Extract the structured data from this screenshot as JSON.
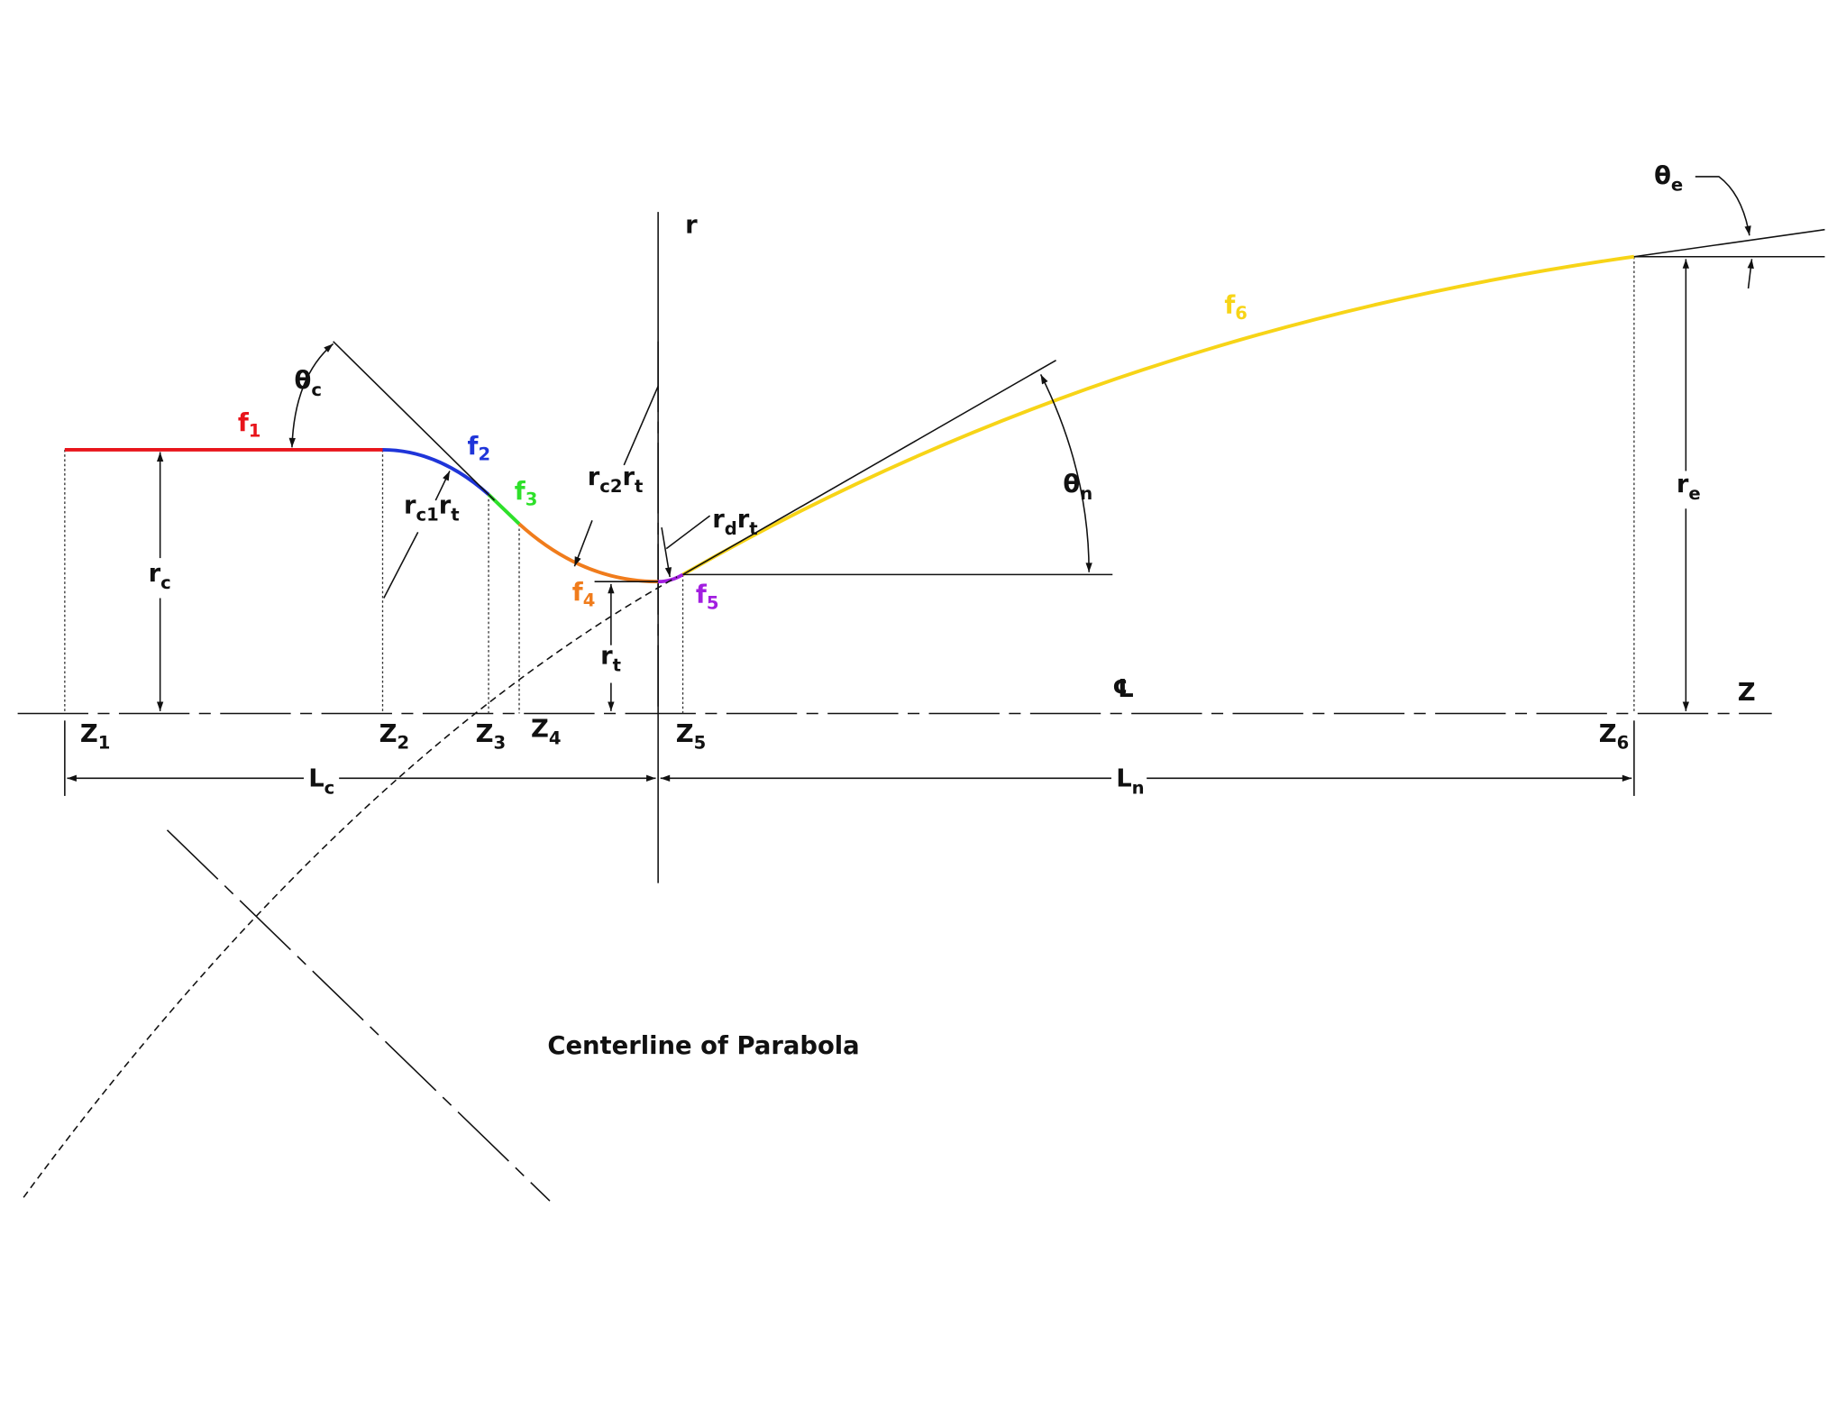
{
  "colors": {
    "f1": "#e8141b",
    "f2": "#1f35d9",
    "f3": "#2ee02a",
    "f4": "#f07c1c",
    "f5": "#a21ee0",
    "f6": "#f7d417",
    "line": "#111111"
  },
  "labels": {
    "r_axis": "r",
    "z_axis": "Z",
    "centerline_symbol": "℄",
    "f1": {
      "main": "f",
      "sub": "1"
    },
    "f2": {
      "main": "f",
      "sub": "2"
    },
    "f3": {
      "main": "f",
      "sub": "3"
    },
    "f4": {
      "main": "f",
      "sub": "4"
    },
    "f5": {
      "main": "f",
      "sub": "5"
    },
    "f6": {
      "main": "f",
      "sub": "6"
    },
    "theta_c": {
      "main": "θ",
      "sub": "c"
    },
    "theta_n": {
      "main": "θ",
      "sub": "n"
    },
    "theta_e": {
      "main": "θ",
      "sub": "e"
    },
    "r_c": {
      "main": "r",
      "sub": "c"
    },
    "r_t": {
      "main": "r",
      "sub": "t"
    },
    "r_e": {
      "main": "r",
      "sub": "e"
    },
    "rc1rt": {
      "m1": "r",
      "s1": "c1",
      "m2": "r",
      "s2": "t"
    },
    "rc2rt": {
      "m1": "r",
      "s1": "c2",
      "m2": "r",
      "s2": "t"
    },
    "rdrt": {
      "m1": "r",
      "s1": "d",
      "m2": "r",
      "s2": "t"
    },
    "Z1": {
      "main": "Z",
      "sub": "1"
    },
    "Z2": {
      "main": "Z",
      "sub": "2"
    },
    "Z3": {
      "main": "Z",
      "sub": "3"
    },
    "Z4": {
      "main": "Z",
      "sub": "4"
    },
    "Z5": {
      "main": "Z",
      "sub": "5"
    },
    "Z6": {
      "main": "Z",
      "sub": "6"
    },
    "L_c": {
      "main": "L",
      "sub": "c"
    },
    "L_n": {
      "main": "L",
      "sub": "n"
    },
    "parabola_centerline": "Centerline of Parabola"
  }
}
